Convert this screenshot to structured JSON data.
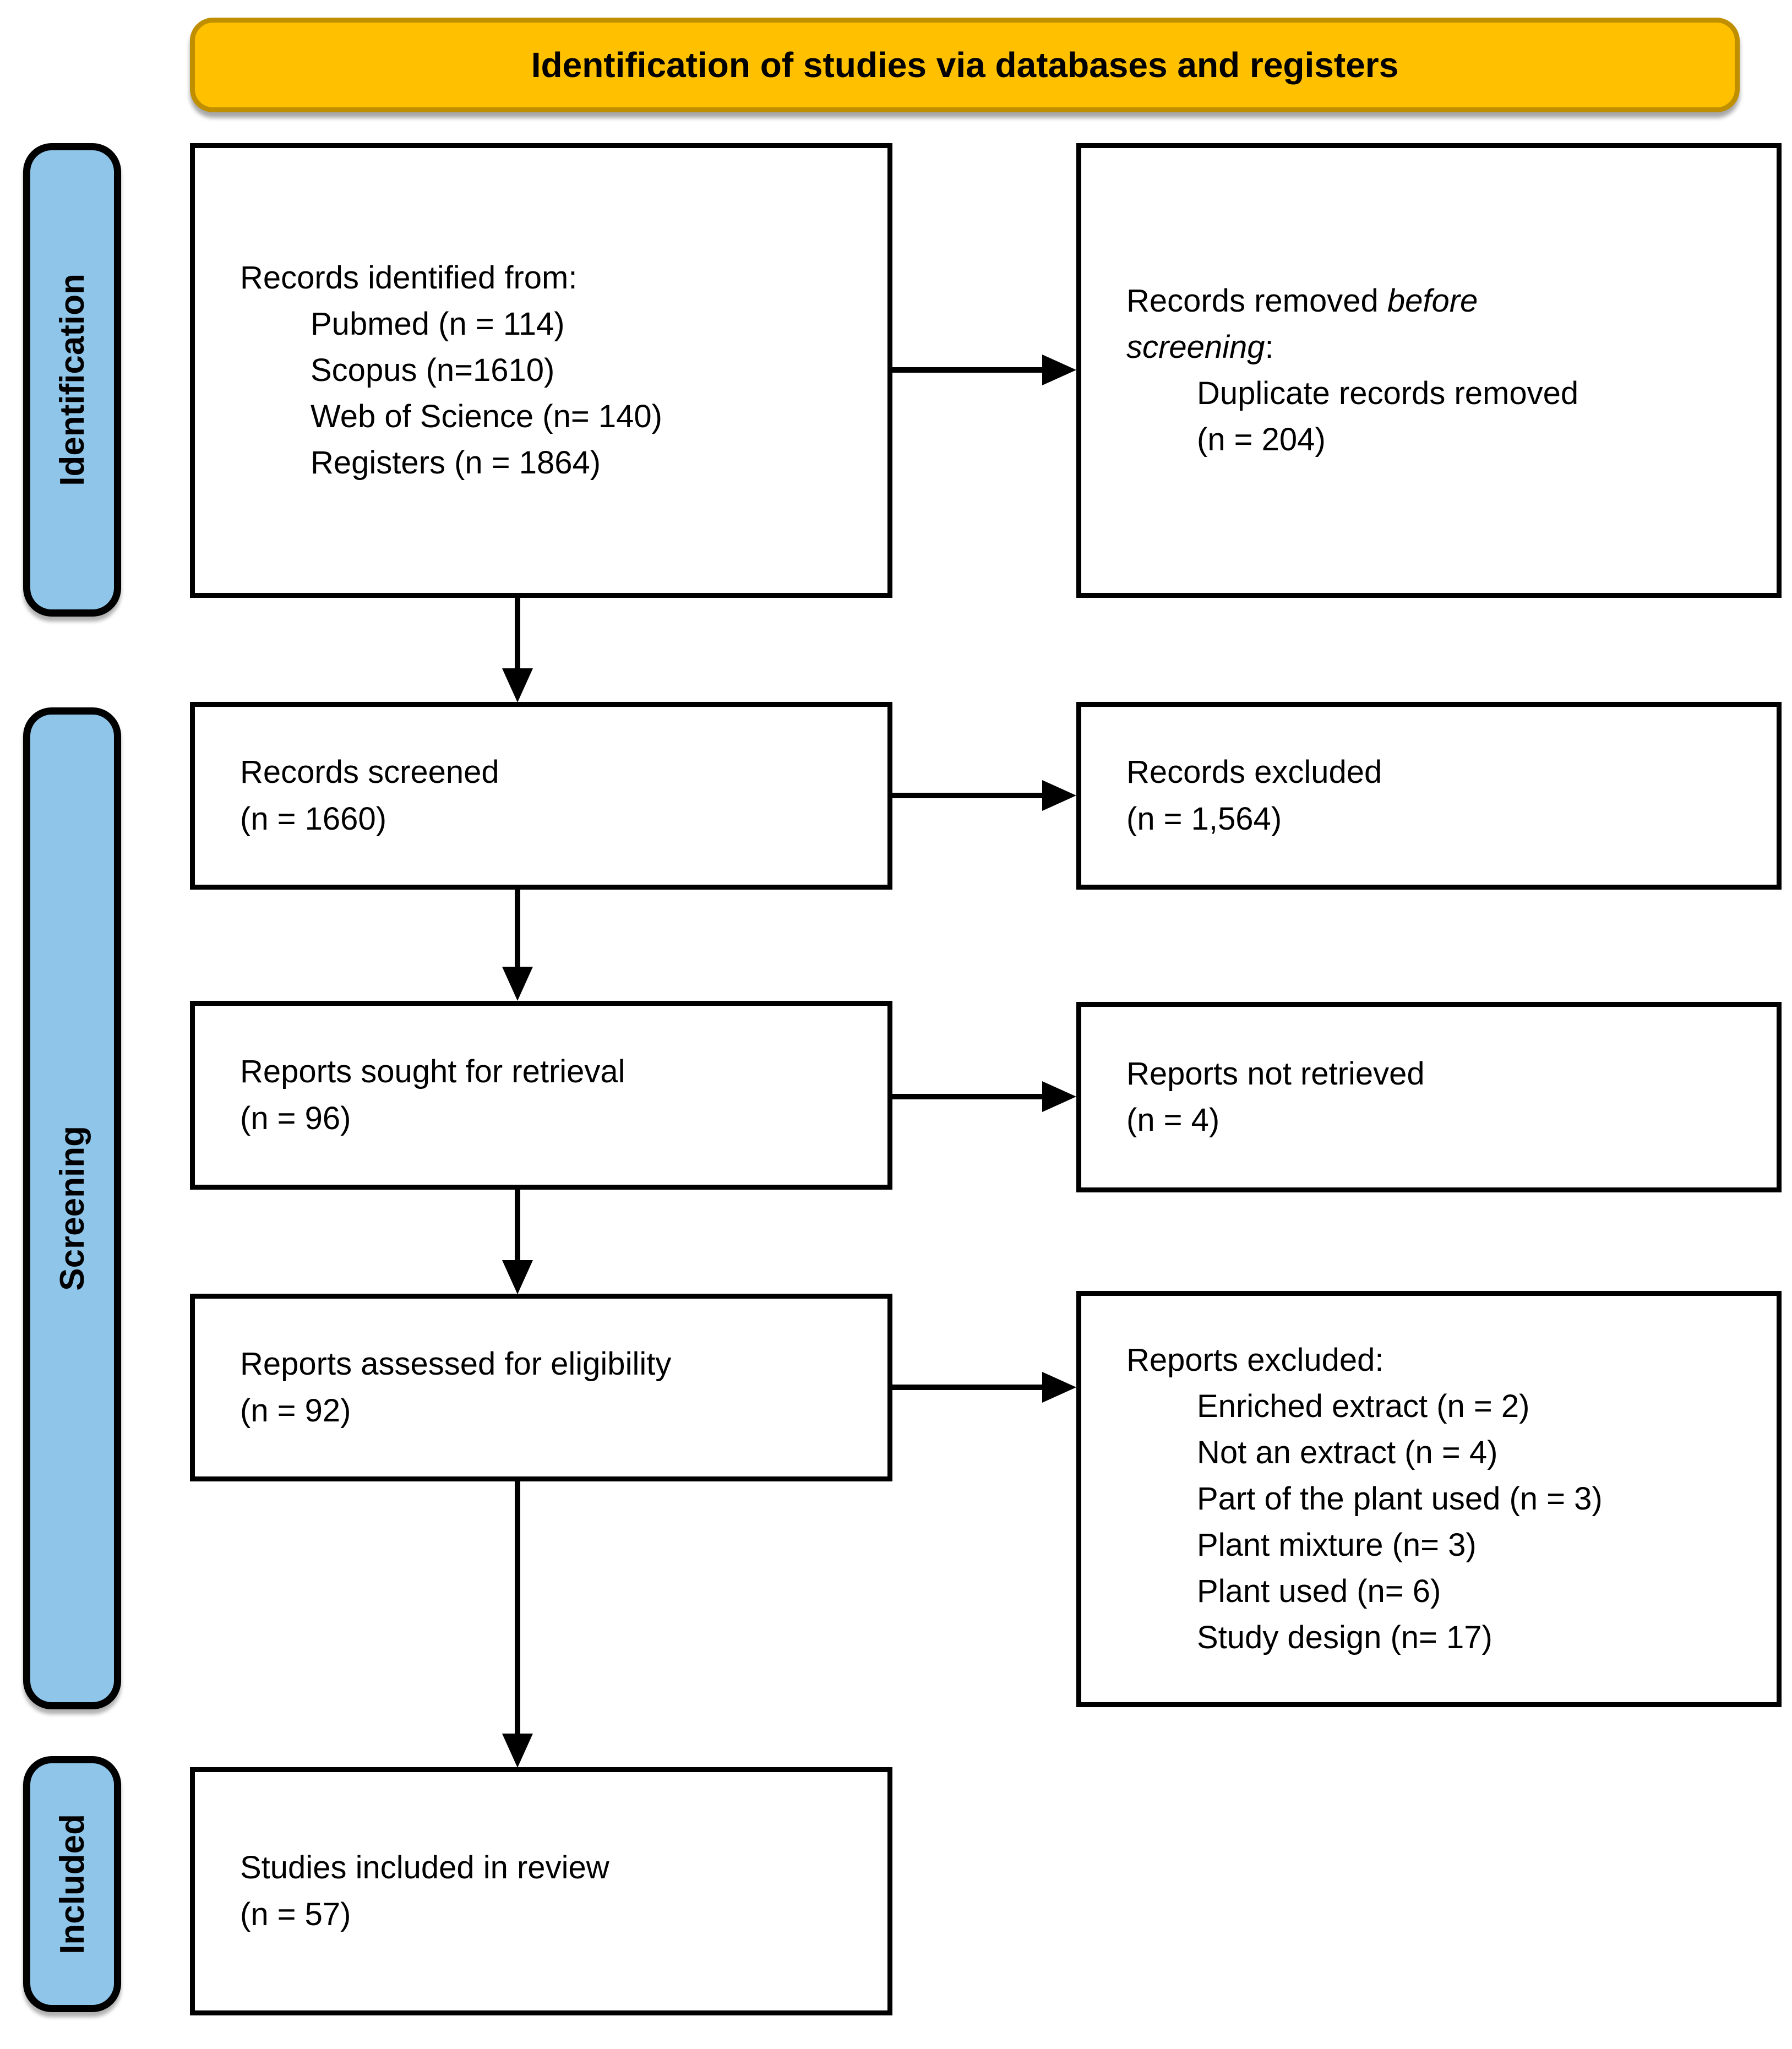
{
  "banner": {
    "title": "Identification of studies via databases and registers"
  },
  "sidebar": {
    "identification": "Identification",
    "screening": "Screening",
    "included": "Included"
  },
  "colors": {
    "banner_bg": "#FFC000",
    "banner_border": "#BF8F00",
    "sidebar_bg": "#8FC5E9",
    "line_color": "#000000"
  },
  "boxes": {
    "identified": {
      "title": "Records identified from:",
      "items": [
        "Pubmed (n = 114)",
        "Scopus (n=1610)",
        "Web of Science (n= 140)",
        "Registers (n = 1864)"
      ]
    },
    "removed": {
      "prefix": "Records removed ",
      "italic_line1": "before",
      "italic_line2": "screening",
      "suffix": ":",
      "item_line1": "Duplicate records removed",
      "item_line2": "(n = 204)"
    },
    "screened": {
      "line1": "Records screened",
      "line2": "(n = 1660)"
    },
    "records_excluded": {
      "line1": "Records excluded",
      "line2": "(n = 1,564)"
    },
    "sought": {
      "line1": "Reports sought for retrieval",
      "line2": "(n = 96)"
    },
    "not_retrieved": {
      "line1": "Reports not retrieved",
      "line2": "(n = 4)"
    },
    "assessed": {
      "line1": "Reports assessed for eligibility",
      "line2": "(n = 92)"
    },
    "reports_excluded": {
      "title": "Reports excluded:",
      "items": [
        "Enriched extract (n = 2)",
        "Not an extract (n = 4)",
        "Part of the plant used (n = 3)",
        "Plant mixture (n= 3)",
        "Plant used (n= 6)",
        "Study design (n= 17)"
      ]
    },
    "included_box": {
      "line1": "Studies included in review",
      "line2": "(n = 57)"
    }
  }
}
